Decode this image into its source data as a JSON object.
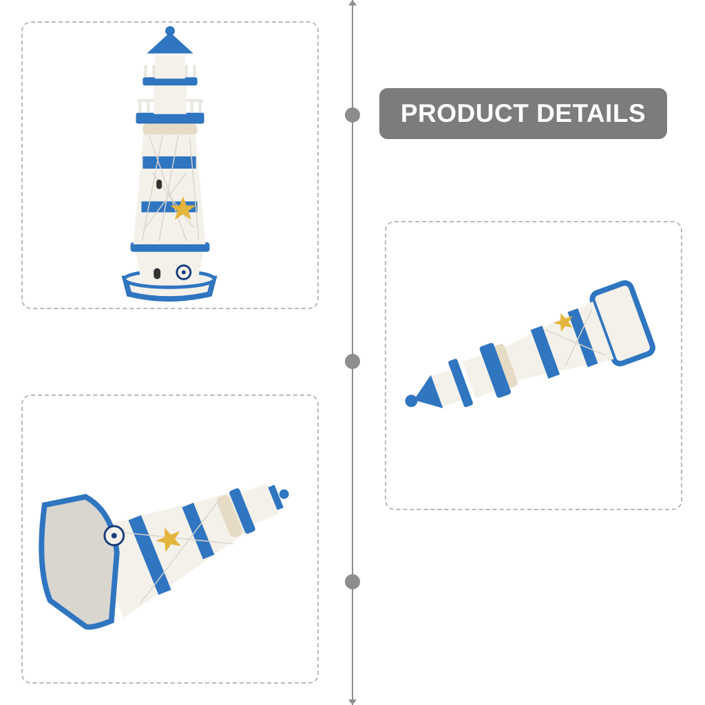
{
  "heading": {
    "title": "PRODUCT DETAILS"
  },
  "colors": {
    "accent_blue": "#2f75c0",
    "navy": "#173a7a",
    "cream": "#f4f1ea",
    "rope": "#e6dcc6",
    "star": "#e3b53c",
    "timeline_gray": "#8d8d8d",
    "badge_gray": "#7c7c7c",
    "frame_border": "#b9b9b9"
  },
  "photos": [
    {
      "view": "upright",
      "icon": "lighthouse-icon"
    },
    {
      "view": "lying-left",
      "icon": "lighthouse-icon"
    },
    {
      "view": "lying-base-front",
      "icon": "lighthouse-icon"
    }
  ]
}
